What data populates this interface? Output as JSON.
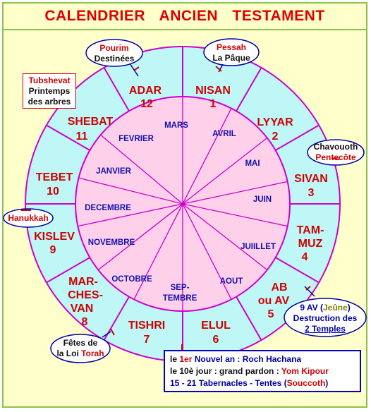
{
  "title": "CALENDRIER ANCIEN TESTAMENT",
  "colors": {
    "outer_ring": "#bff7f7",
    "inner_disc": "#ffd0ea",
    "lines": "#cc00cc",
    "hebrew_text": "#d00000",
    "month_text": "#1010b0"
  },
  "hebrew_months": [
    {
      "name": "NISAN",
      "number": "1"
    },
    {
      "name": "LYYAR",
      "number": "2"
    },
    {
      "name": "SIVAN",
      "number": "3"
    },
    {
      "name_line1": "TAM-",
      "name_line2": "MUZ",
      "number": "4"
    },
    {
      "name_line1": "AB",
      "name_line2": "ou AV",
      "number": "5"
    },
    {
      "name": "ELUL",
      "number": "6"
    },
    {
      "name": "TISHRI",
      "number": "7"
    },
    {
      "name_line1": "MAR-",
      "name_line2": "CHES-",
      "name_line3": "VAN",
      "number": "8"
    },
    {
      "name": "KISLEV",
      "number": "9"
    },
    {
      "name": "TEBET",
      "number": "10"
    },
    {
      "name": "SHEBAT",
      "number": "11"
    },
    {
      "name": "ADAR",
      "number": "12"
    }
  ],
  "gregorian_months": [
    "MARS",
    "AVRIL",
    "MAI",
    "JUIN",
    "JUIILLET",
    "AOUT",
    "SEP-",
    "TEMBRE",
    "OCTOBRE",
    "NOVEMBRE",
    "DECEMBRE",
    "JANVIER",
    "FEVRIER"
  ],
  "feasts": {
    "pourim": {
      "line1": "Pourim",
      "line2": "Destinées"
    },
    "pessah": {
      "line1": "Pessah",
      "line2": "La Pâque"
    },
    "tubshevat": {
      "line1": "Tubshevat",
      "line2": "Printemps",
      "line3": "des arbres"
    },
    "chavouoth": {
      "line1": "Chavouoth",
      "line2": "Pentecôte"
    },
    "hanukkah": {
      "label": "Hanukkah"
    },
    "ninth_av": {
      "day": "9 AV",
      "paren_open": " (",
      "jeune": "Jeûne",
      "paren_close": ")",
      "line2": "Destruction des",
      "count": "2",
      "temples": " Temples"
    },
    "torah": {
      "line1": "Fêtes de",
      "line2a": "la Loi ",
      "line2b": "Torah"
    }
  },
  "notes": {
    "line1": {
      "le": "le",
      "first": "1er",
      "text": "  Nouvel an : Roch Hachana"
    },
    "line2": {
      "text": "le  10è  jour : grand pardon : ",
      "highlight": "Yom Kipour"
    },
    "line3": {
      "text": "15 - 21 Tabernacles - Tentes (",
      "highlight": "Souccoth",
      "close": ")"
    }
  }
}
